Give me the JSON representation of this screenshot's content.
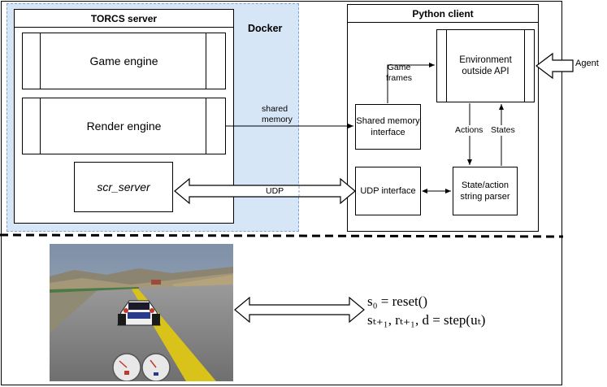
{
  "docker": {
    "label": "Docker",
    "fill": "#d7e6f7",
    "dash": "#7fa4cf"
  },
  "torcs": {
    "title": "TORCS server",
    "game_engine": "Game engine",
    "render_engine": "Render engine",
    "scr_server": "scr_server"
  },
  "python_client": {
    "title": "Python client",
    "environment": "Environment outside API",
    "shared_memory_interface": "Shared memory interface",
    "udp_interface": "UDP interface",
    "parser": "State/action string parser"
  },
  "labels": {
    "agent": "Agent",
    "game_frames": "Game frames",
    "shared_memory": "shared memory",
    "udp": "UDP",
    "actions": "Actions",
    "states": "States"
  },
  "equations": {
    "line1": "s₀ = reset()",
    "line2": "sₜ₊₁, rₜ₊₁, d = step(uₜ)"
  },
  "screenshot": {
    "sky": "#8e9fb4",
    "road": "#8d8d8d",
    "hills": "#a59879",
    "stripe": "#d9c21a"
  }
}
